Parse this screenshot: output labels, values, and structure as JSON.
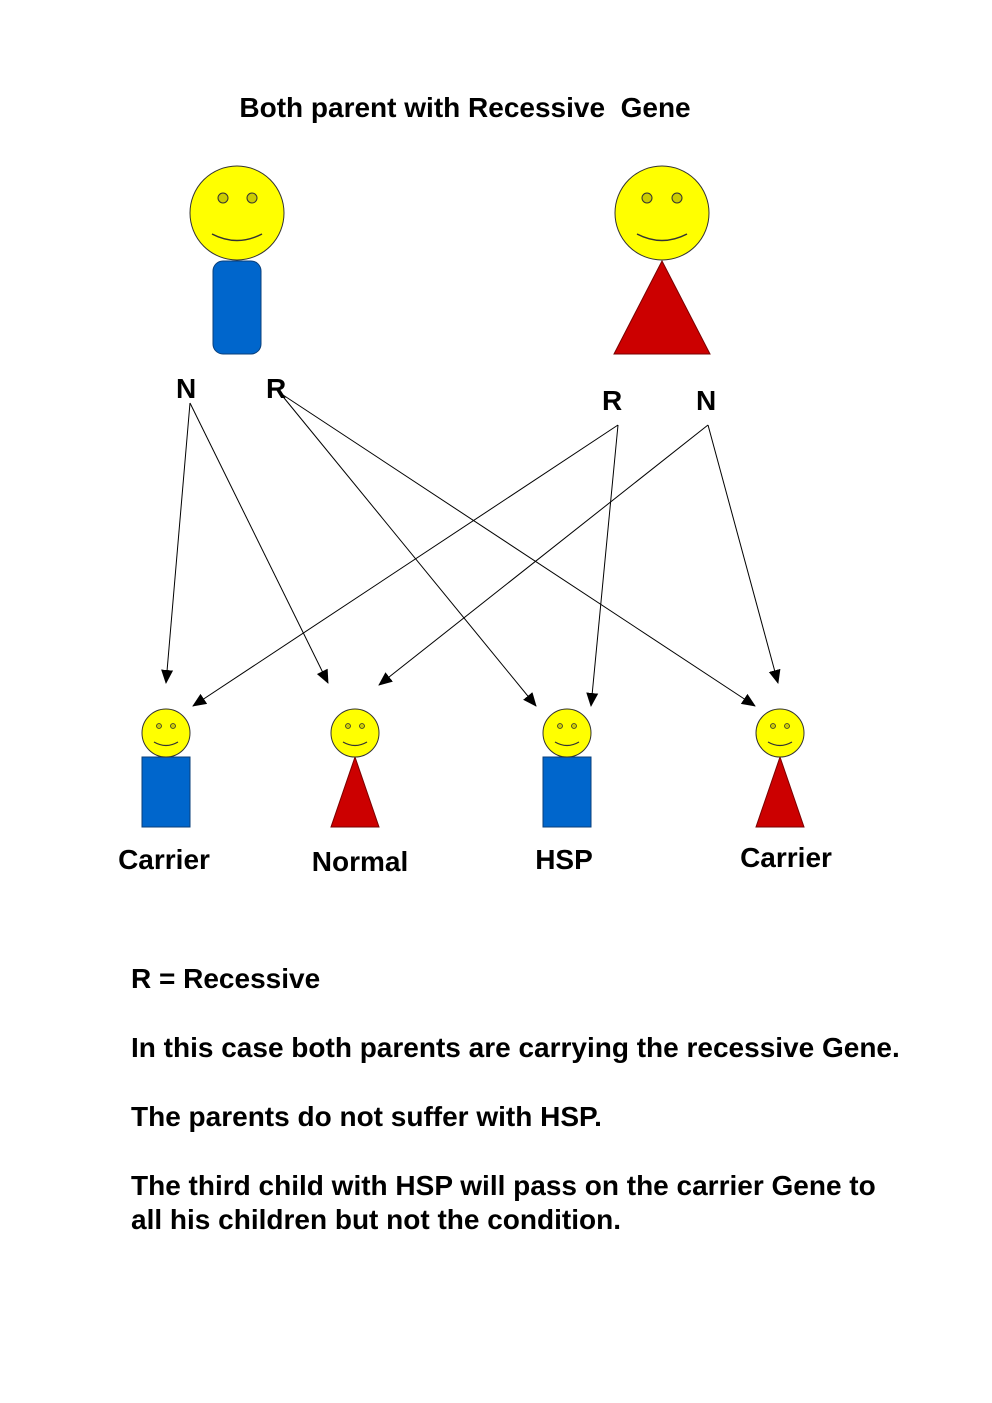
{
  "title": "Both parent with Recessive  Gene",
  "parents": {
    "father": {
      "alleles": [
        "N",
        "R"
      ],
      "body_color": "#0066cc"
    },
    "mother": {
      "alleles": [
        "R",
        "N"
      ],
      "body_color": "#cc0000"
    }
  },
  "children": [
    {
      "label": "Carrier",
      "type": "male"
    },
    {
      "label": "Normal",
      "type": "female"
    },
    {
      "label": "HSP",
      "type": "male"
    },
    {
      "label": "Carrier",
      "type": "female"
    }
  ],
  "face_color": "#ffff00",
  "notes": {
    "legend": "R = Recessive",
    "line1": "In this case both parents are carrying the recessive Gene.",
    "line2": "The parents do not suffer with HSP.",
    "line3": "The third child with HSP will pass on the carrier Gene to all his children but not the condition."
  }
}
